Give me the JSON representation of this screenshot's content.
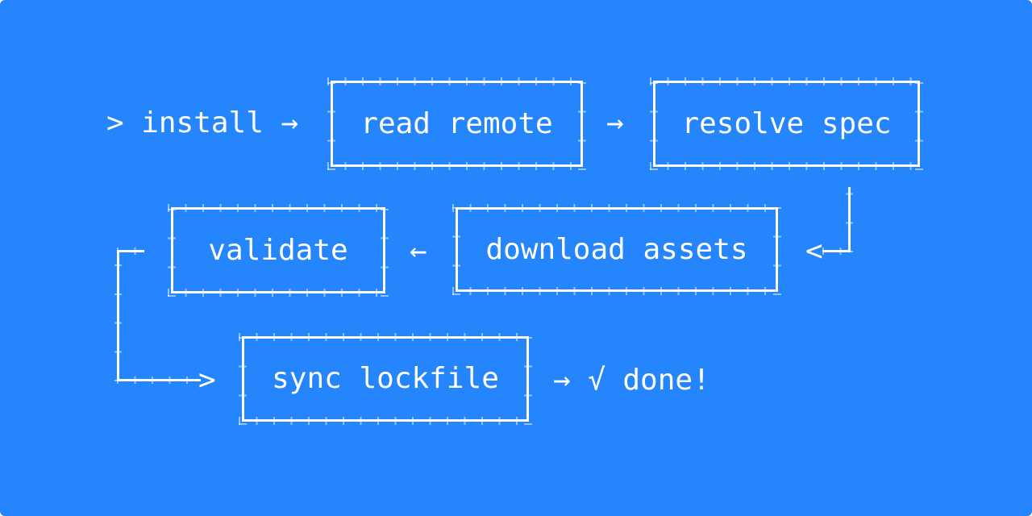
{
  "colors": {
    "background": "#2585FC",
    "ink": "#FFFFFF"
  },
  "flow": {
    "prompt_symbol": ">",
    "command": "install",
    "arrow_right": "→",
    "arrow_left": "←",
    "arrowhead_left": "<",
    "arrowhead_right": ">",
    "check": "√",
    "done": "done!",
    "nodes": [
      {
        "id": "read-remote",
        "label": "read remote"
      },
      {
        "id": "resolve-spec",
        "label": "resolve spec"
      },
      {
        "id": "validate",
        "label": "validate"
      },
      {
        "id": "download-assets",
        "label": "download assets"
      },
      {
        "id": "sync-lockfile",
        "label": "sync lockfile"
      }
    ]
  }
}
